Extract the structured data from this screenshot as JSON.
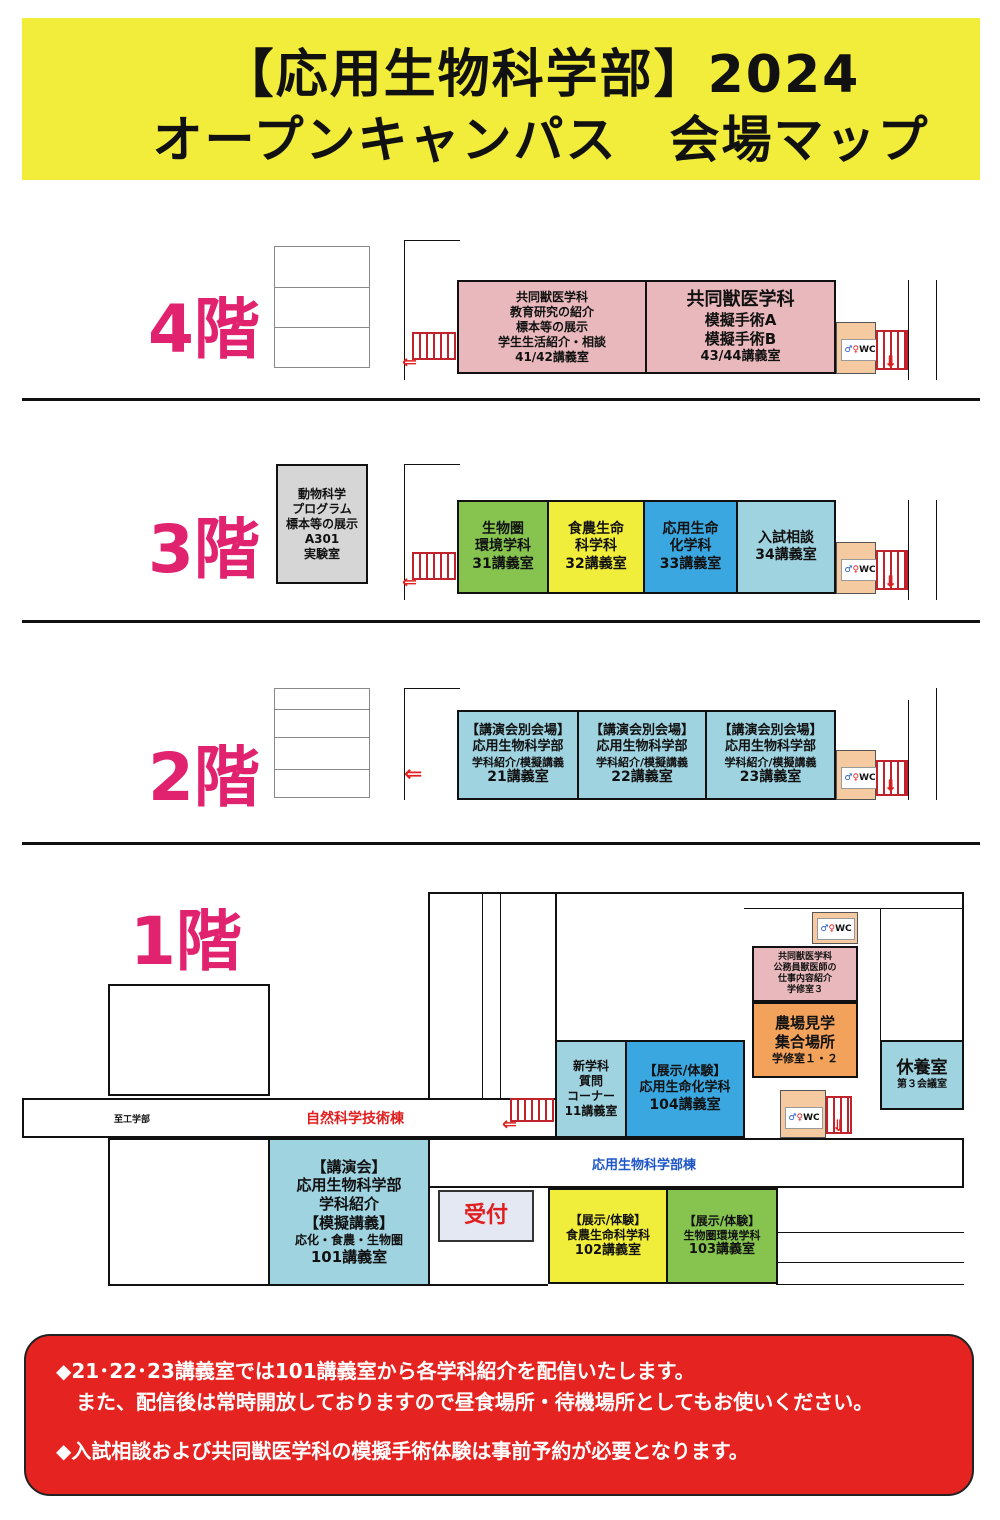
{
  "header": {
    "title_line1": "【応用生物科学部】2024",
    "title_line2": "オープンキャンパス　会場マップ"
  },
  "floors": {
    "f4": {
      "label": "4階",
      "rooms": {
        "r4142": [
          "共同獣医学科",
          "教育研究の紹介",
          "標本等の展示",
          "学生生活紹介・相談",
          "41/42講義室"
        ],
        "r4344": [
          "共同獣医学科",
          "模擬手術A",
          "模擬手術B",
          "43/44講義室"
        ]
      }
    },
    "f3": {
      "label": "3階",
      "rooms": {
        "a301": [
          "動物科学",
          "プログラム",
          "標本等の展示",
          "A301",
          "実験室"
        ],
        "r31": [
          "生物圏",
          "環境学科",
          "31講義室"
        ],
        "r32": [
          "食農生命",
          "科学科",
          "32講義室"
        ],
        "r33": [
          "応用生命",
          "化学科",
          "33講義室"
        ],
        "r34": [
          "入試相談",
          "34講義室"
        ]
      }
    },
    "f2": {
      "label": "2階",
      "rooms": {
        "r21": [
          "【講演会別会場】",
          "応用生物科学部",
          "学科紹介/模擬講義",
          "21講義室"
        ],
        "r22": [
          "【講演会別会場】",
          "応用生物科学部",
          "学科紹介/模擬講義",
          "22講義室"
        ],
        "r23": [
          "【講演会別会場】",
          "応用生物科学部",
          "学科紹介/模擬講義",
          "23講義室"
        ]
      }
    },
    "f1": {
      "label": "1階",
      "rooms": {
        "vet": [
          "共同獣医学科",
          "公務員獣医師の",
          "仕事内容紹介",
          "学修室３"
        ],
        "farm": [
          "農場見学",
          "集合場所",
          "学修室１・２"
        ],
        "rest": [
          "休養室",
          "第３会議室"
        ],
        "r11": [
          "新学科",
          "質問",
          "コーナー",
          "11講義室"
        ],
        "r104": [
          "【展示/体験】",
          "応用生命化学科",
          "104講義室"
        ],
        "r101": [
          "【講演会】",
          "応用生物科学部",
          "学科紹介",
          "【模擬講義】",
          "応化・食農・生物圏",
          "101講義室"
        ],
        "reception": "受付",
        "r102": [
          "【展示/体験】",
          "食農生命科学科",
          "102講義室"
        ],
        "r103": [
          "【展示/体験】",
          "生物圏環境学科",
          "103講義室"
        ]
      },
      "labels": {
        "to_engineering": "至工学部",
        "natsci_building": "自然科学技術棟",
        "appbio_building": "応用生物科学部棟"
      }
    }
  },
  "wc_label": "WC",
  "notes": [
    "◆21･22･23講義室では101講義室から各学科紹介を配信いたします。",
    "　また、配信後は常時開放しておりますので昼食場所・待機場所としてもお使いください。",
    "◆入試相談および共同獣医学科の模擬手術体験は事前予約が必要となります。"
  ],
  "colors": {
    "header_bg": "#f2ec3a",
    "floor_label": "#e0226f",
    "pink": "#e8b8bc",
    "green": "#87c44f",
    "yellow": "#f1ee3b",
    "blue": "#3aa7e0",
    "light_blue": "#9fd3e0",
    "orange": "#f2a25a",
    "note_bg": "#e52421"
  }
}
